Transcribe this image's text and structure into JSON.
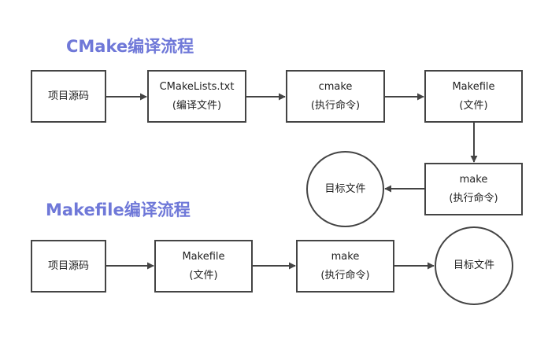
{
  "diagram1": {
    "title": "CMake编译流程",
    "source": {
      "line1": "项目源码"
    },
    "cmakelists": {
      "line1": "CMakeLists.txt",
      "line2": "(编译文件)"
    },
    "cmake": {
      "line1": "cmake",
      "line2": "(执行命令)"
    },
    "makefile": {
      "line1": "Makefile",
      "line2": "(文件)"
    },
    "make": {
      "line1": "make",
      "line2": "(执行命令)"
    },
    "target": {
      "line1": "目标文件"
    }
  },
  "diagram2": {
    "title": "Makefile编译流程",
    "source": {
      "line1": "项目源码"
    },
    "makefile": {
      "line1": "Makefile",
      "line2": "(文件)"
    },
    "make": {
      "line1": "make",
      "line2": "(执行命令)"
    },
    "target": {
      "line1": "目标文件"
    }
  },
  "colors": {
    "title": "#6f78d8",
    "stroke": "#444444",
    "text": "#222222"
  }
}
